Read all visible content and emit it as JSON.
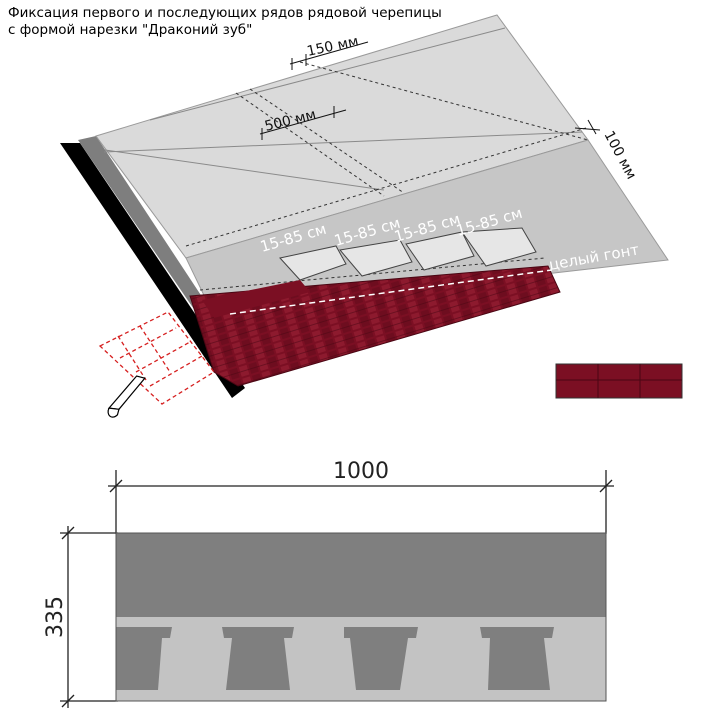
{
  "title": {
    "line1": "Фиксация первого и последующих рядов рядовой черепицы",
    "line2": "с формой нарезки \"Драконий зуб\""
  },
  "iso_diagram": {
    "dim_150": "150 мм",
    "dim_500": "500 мм",
    "dim_100": "100 мм",
    "offsets": [
      "15-85 см",
      "15-85 см",
      "15-85 см",
      "15-85 см"
    ],
    "whole_shingle": "целый гонт"
  },
  "shingle_drawing": {
    "width": "1000",
    "height": "335"
  },
  "colors": {
    "shingle": "#7b0f23",
    "roof_light": "#d9d9d9",
    "roof_mid": "#c4c4c4",
    "drip_edge": "#7e7e7e",
    "dimension_line": "#222222",
    "cut_line": "#d62020"
  },
  "icons": [
    "knife-icon"
  ]
}
